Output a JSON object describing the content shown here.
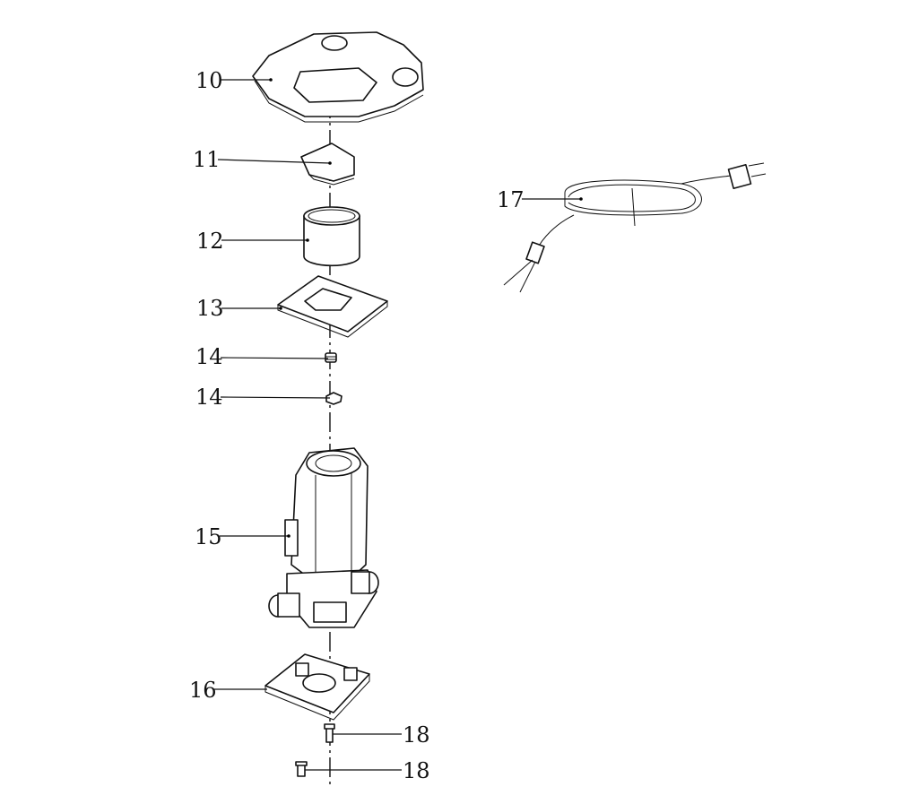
{
  "diagram": {
    "type": "exploded-parts-view",
    "callouts": [
      {
        "id": "c10",
        "label": "10"
      },
      {
        "id": "c11",
        "label": "11"
      },
      {
        "id": "c12",
        "label": "12"
      },
      {
        "id": "c13",
        "label": "13"
      },
      {
        "id": "c14a",
        "label": "14"
      },
      {
        "id": "c14b",
        "label": "14"
      },
      {
        "id": "c15",
        "label": "15"
      },
      {
        "id": "c16",
        "label": "16"
      },
      {
        "id": "c17",
        "label": "17"
      },
      {
        "id": "c18a",
        "label": "18"
      },
      {
        "id": "c18b",
        "label": "18"
      }
    ]
  }
}
